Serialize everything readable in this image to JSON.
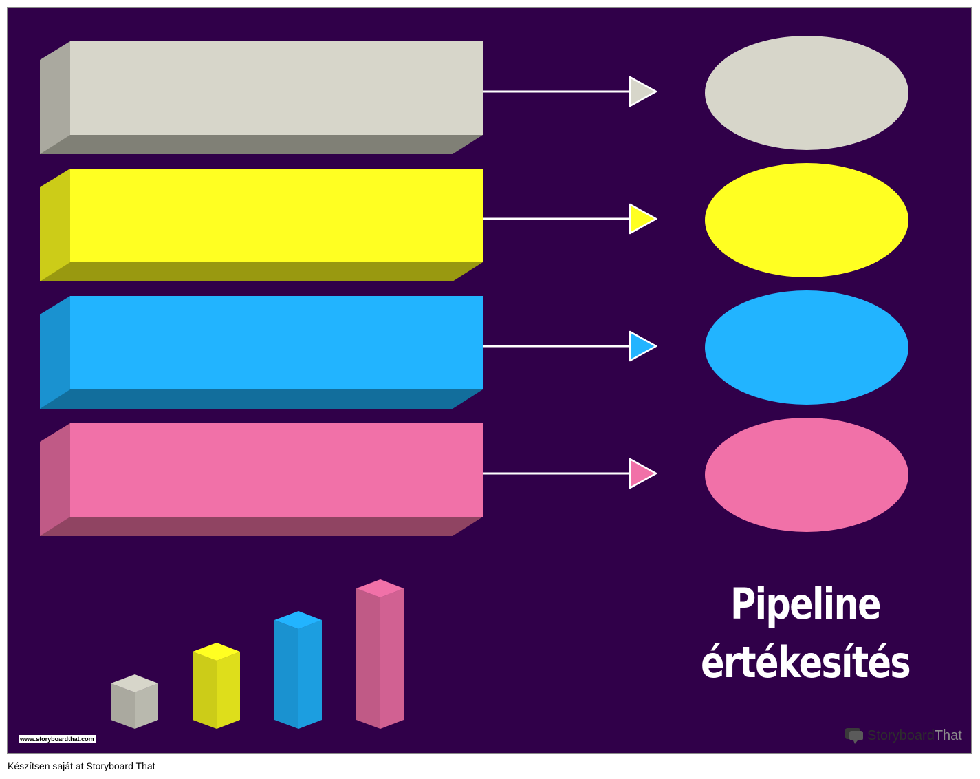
{
  "title": {
    "line1": "Pipeline",
    "line2": "értékesítés"
  },
  "watermark": {
    "url": "www.storyboardthat.com",
    "brand_part1": "Storyboard",
    "brand_part2": "That"
  },
  "caption": "Készítsen saját at Storyboard That",
  "icons": {
    "brand_logo": "chat-bubble-logo-icon"
  },
  "colors": {
    "background": "#300049",
    "gray": {
      "front": "#d7d6ca",
      "side": "#aaa99f",
      "bottom": "#808076"
    },
    "yellow": {
      "front": "#ffff22",
      "side": "#cccc18",
      "bottom": "#999910"
    },
    "blue": {
      "front": "#22b4ff",
      "side": "#1a92d0",
      "bottom": "#126e9c"
    },
    "pink": {
      "front": "#f171a8",
      "side": "#c05a86",
      "bottom": "#904462"
    }
  },
  "rows": [
    {
      "color": "gray",
      "bar_text": "",
      "oval_text": ""
    },
    {
      "color": "yellow",
      "bar_text": "",
      "oval_text": ""
    },
    {
      "color": "blue",
      "bar_text": "",
      "oval_text": ""
    },
    {
      "color": "pink",
      "bar_text": "",
      "oval_text": ""
    }
  ],
  "small_bars": [
    {
      "color": "gray",
      "level": 1
    },
    {
      "color": "yellow",
      "level": 2
    },
    {
      "color": "blue",
      "level": 3
    },
    {
      "color": "pink",
      "level": 4
    }
  ]
}
